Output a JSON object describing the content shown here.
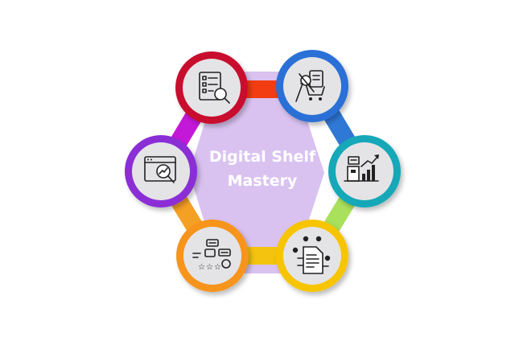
{
  "center": {
    "title_line1": "Digital Shelf",
    "title_line2": "Mastery"
  },
  "colors": {
    "hexagon_fill": "#D9C2F0",
    "title_text": "#FFFFFF",
    "node_inner": "#E4E4E6",
    "segments": [
      "#F23D12",
      "#2F78D6",
      "#A9E05C",
      "#F4C30F",
      "#F4A024",
      "#C418D8"
    ]
  },
  "nodes": [
    {
      "name": "checklist-search",
      "icon": "checklist-magnifier-icon",
      "ring_color": "#C8102E"
    },
    {
      "name": "shopping-inspection",
      "icon": "shopping-cart-inspection-icon",
      "ring_color": "#2A6FD6"
    },
    {
      "name": "product-growth",
      "icon": "product-box-growth-chart-icon",
      "ring_color": "#13A8B8"
    },
    {
      "name": "report-document",
      "icon": "report-document-network-icon",
      "ring_color": "#F7C400"
    },
    {
      "name": "ratings-reviews",
      "icon": "ratings-reviews-icon",
      "ring_color": "#F7941D"
    },
    {
      "name": "browser-analytics",
      "icon": "browser-analytics-magnifier-icon",
      "ring_color": "#8B2FD6"
    }
  ]
}
